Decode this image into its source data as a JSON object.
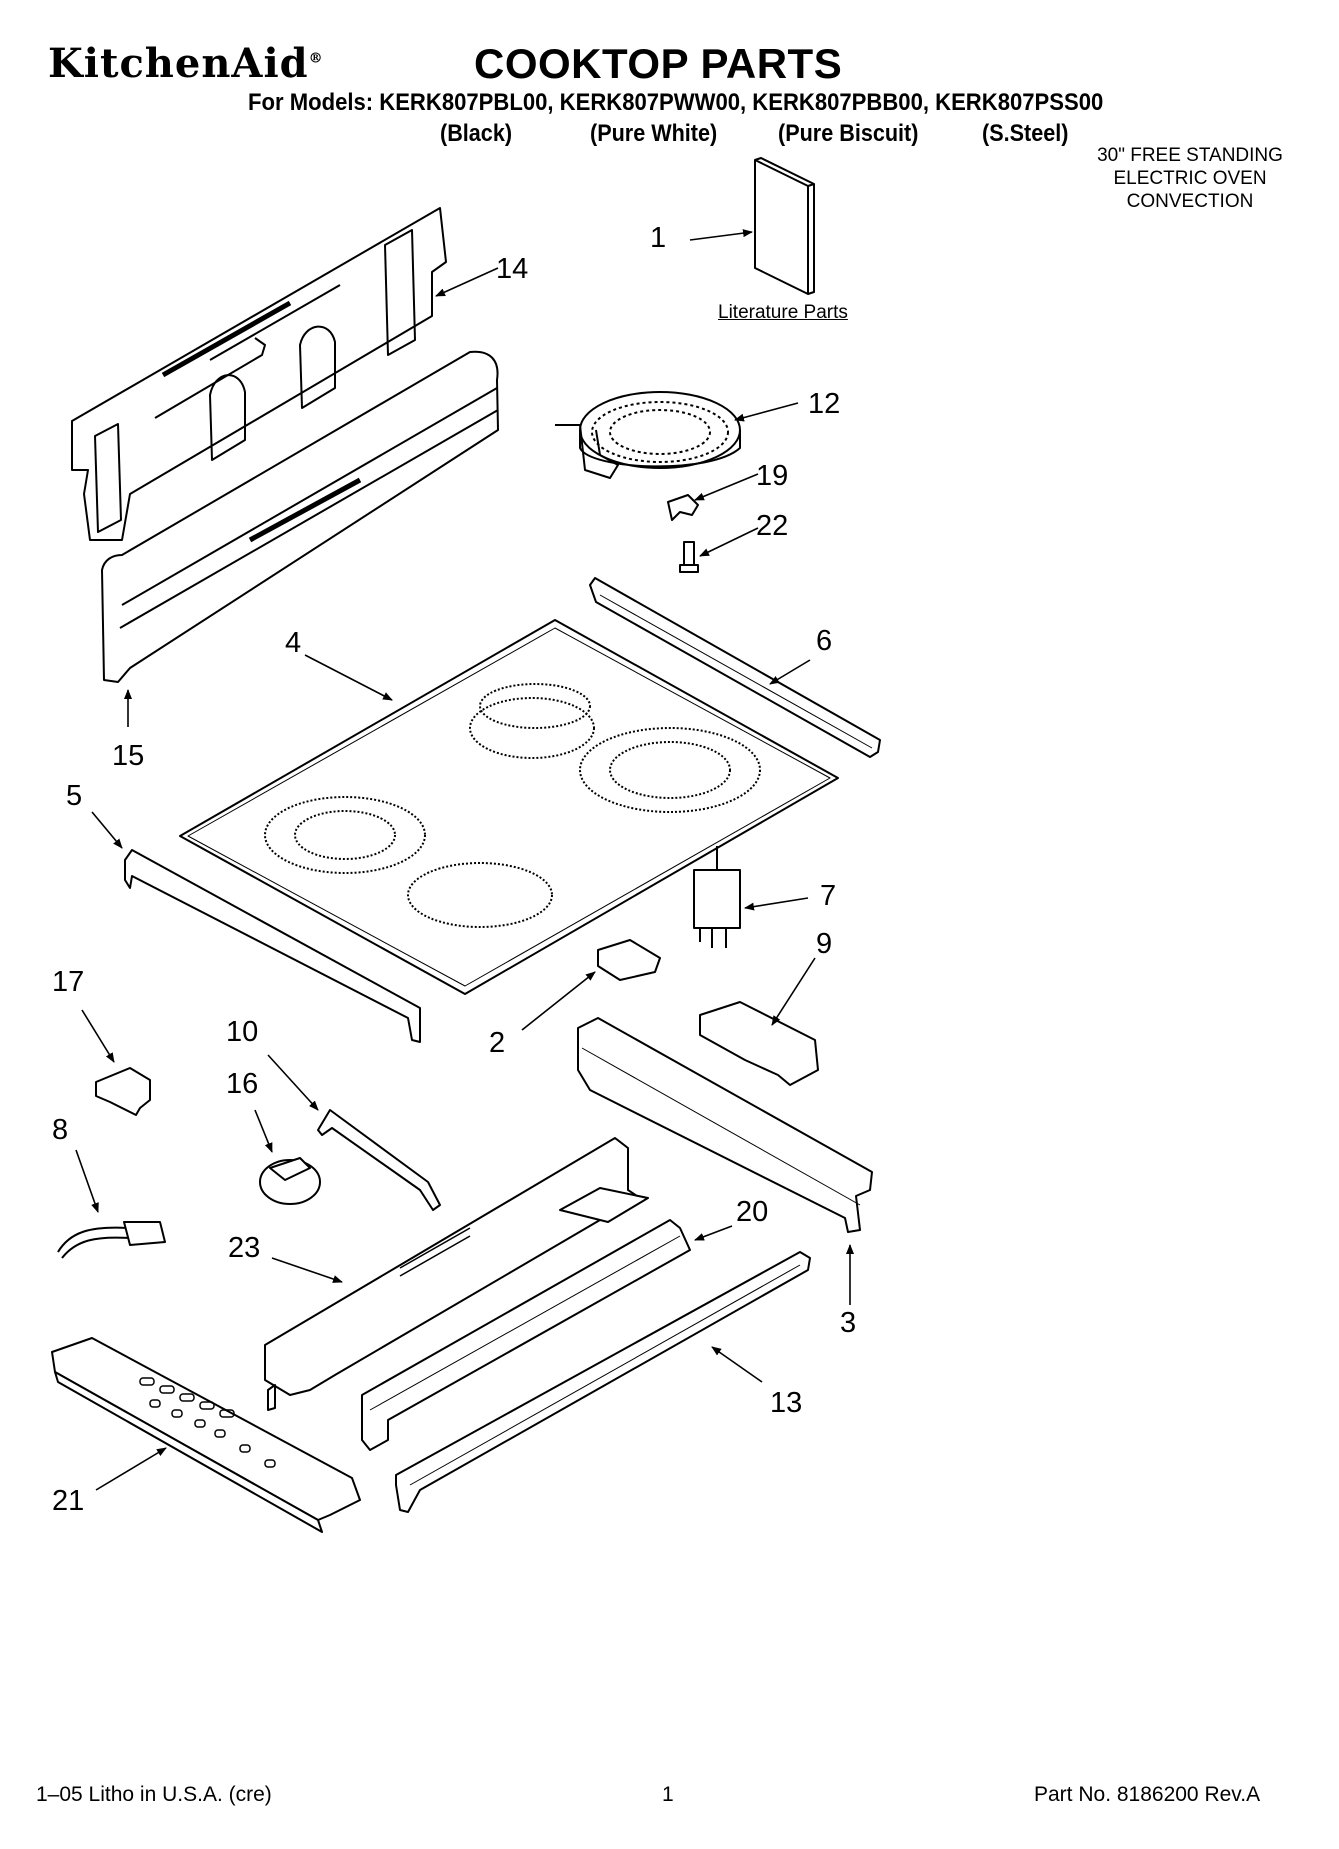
{
  "header": {
    "brand": "KitchenAid",
    "brand_mark": "®",
    "title": "COOKTOP PARTS",
    "models_line": "For Models: KERK807PBL00, KERK807PWW00, KERK807PBB00, KERK807PSS00",
    "finishes": [
      "(Black)",
      "(Pure White)",
      "(Pure Biscuit)",
      "(S.Steel)"
    ],
    "note_lines": [
      "30\" FREE STANDING",
      "ELECTRIC OVEN",
      "CONVECTION"
    ]
  },
  "literature_label": "Literature Parts",
  "callouts": [
    "1",
    "2",
    "3",
    "4",
    "5",
    "6",
    "7",
    "8",
    "9",
    "10",
    "12",
    "13",
    "14",
    "15",
    "16",
    "17",
    "19",
    "20",
    "21",
    "22",
    "23"
  ],
  "footer": {
    "left": "1–05 Litho in U.S.A. (cre)",
    "center": "1",
    "right": "Part No. 8186200 Rev.A"
  }
}
